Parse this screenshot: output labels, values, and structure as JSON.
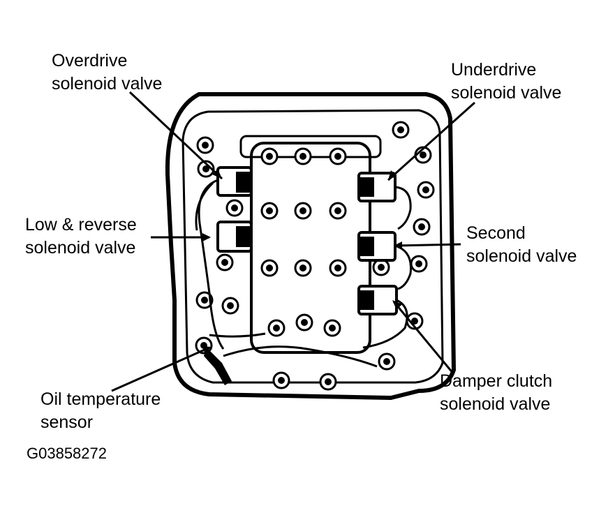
{
  "labels": {
    "overdrive": [
      "Overdrive",
      "solenoid valve"
    ],
    "underdrive": [
      "Underdrive",
      "solenoid valve"
    ],
    "low_reverse": [
      "Low & reverse",
      "solenoid valve"
    ],
    "second": [
      "Second",
      "solenoid valve"
    ],
    "damper": [
      "Damper clutch",
      "solenoid valve"
    ],
    "oil_temp": [
      "Oil temperature",
      "sensor"
    ]
  },
  "figure_code": "G03858272"
}
